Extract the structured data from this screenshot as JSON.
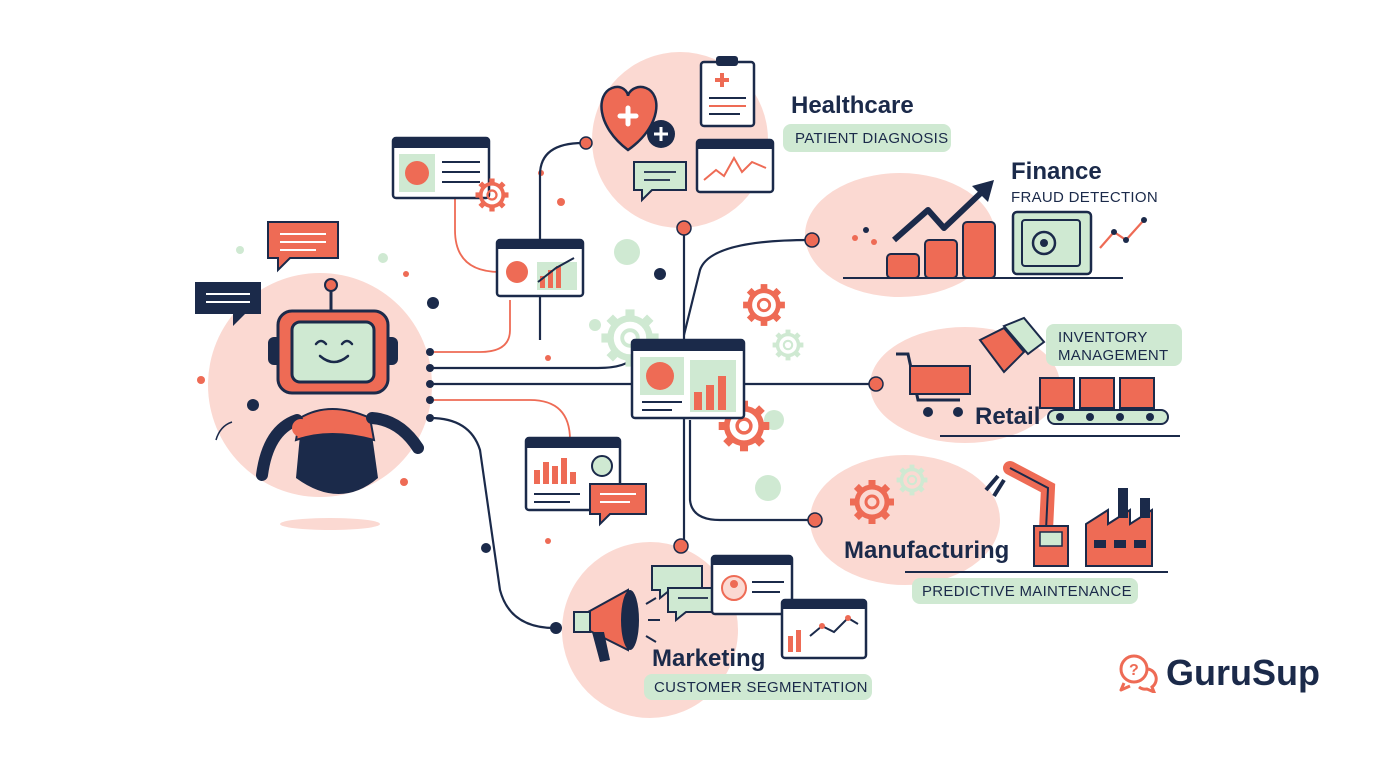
{
  "colors": {
    "navy": "#1b2a4a",
    "coral": "#ee6b55",
    "blush": "#fbd9d2",
    "mint": "#cfe9d2",
    "mint_dark": "#bfe0c4"
  },
  "sectors": {
    "healthcare": {
      "title": "Healthcare",
      "tag": "PATIENT DIAGNOSIS"
    },
    "finance": {
      "title": "Finance",
      "tag": "FRAUD DETECTION"
    },
    "retail": {
      "title": "Retail",
      "tag": "INVENTORY MANAGEMENT",
      "tag_lines": [
        "INVENTORY",
        "MANAGEMENT"
      ]
    },
    "manufacturing": {
      "title": "Manufacturing",
      "tag": "PREDICTIVE MAINTENANCE"
    },
    "marketing": {
      "title": "Marketing",
      "tag": "CUSTOMER SEGMENTATION"
    }
  },
  "brand": {
    "name": "GuruSup",
    "icon": "question-chat-icon"
  },
  "icons": [
    "robot-icon",
    "chat-bubble-icon",
    "dashboard-icon",
    "gear-icon",
    "heart-plus-icon",
    "clipboard-icon",
    "trend-arrow-icon",
    "coins-icon",
    "safe-icon",
    "shopping-cart-icon",
    "price-tag-icon",
    "box-icon",
    "robotic-arm-icon",
    "factory-icon",
    "megaphone-icon",
    "user-profile-icon"
  ]
}
